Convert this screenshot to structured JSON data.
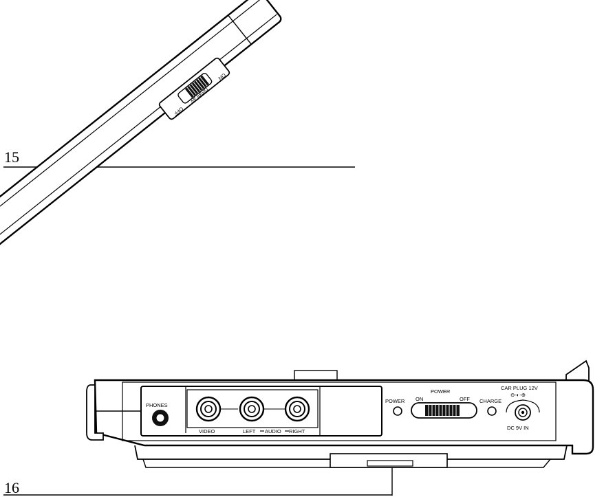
{
  "callouts": {
    "top": "15",
    "bottom": "16"
  },
  "screen": {
    "display_switch": {
      "on": "ON",
      "name": "DISPLAY",
      "off": "OFF"
    }
  },
  "base": {
    "phones": "PHONES",
    "video": "VIDEO",
    "left": "LEFT",
    "audio": "AUDIO",
    "right": "RIGHT",
    "power_led": "POWER",
    "power_switch": {
      "name": "POWER",
      "on": "ON",
      "off": "OFF"
    },
    "charge": "CHARGE",
    "car_plug": "CAR PLUG 12V",
    "car_plug_polarity": "⊖-◐-⊕",
    "dc_in": "DC 9V IN"
  }
}
